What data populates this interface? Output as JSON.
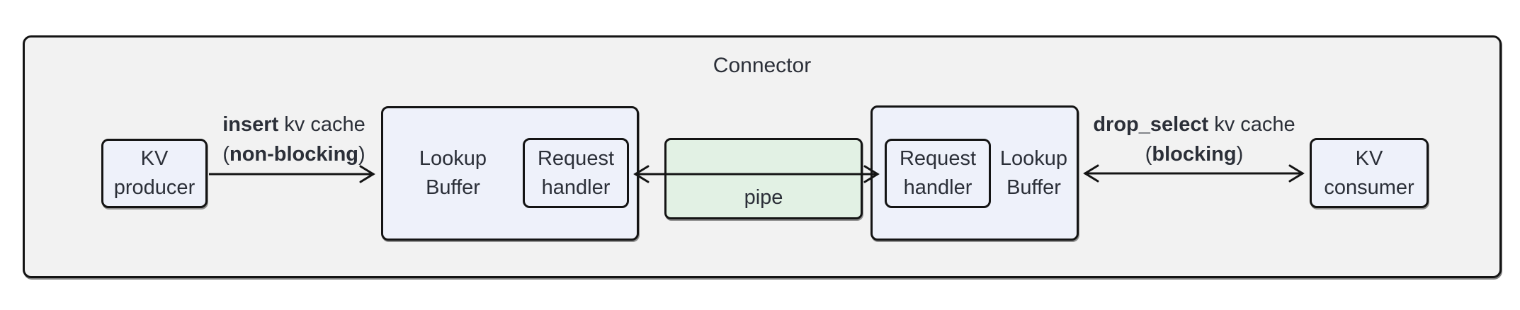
{
  "diagram": {
    "title": "Connector",
    "nodes": {
      "kv_producer": {
        "line1": "KV",
        "line2": "producer"
      },
      "lookup_buffer_left": {
        "line1": "Lookup",
        "line2": "Buffer"
      },
      "request_handler_left": {
        "line1": "Request",
        "line2": "handler"
      },
      "pipe": {
        "label": "pipe"
      },
      "request_handler_right": {
        "line1": "Request",
        "line2": "handler"
      },
      "lookup_buffer_right": {
        "line1": "Lookup",
        "line2": "Buffer"
      },
      "kv_consumer": {
        "line1": "KV",
        "line2": "consumer"
      }
    },
    "edges": {
      "insert": {
        "line1_bold": "insert",
        "line1_rest": " kv cache",
        "line2_pre": "(",
        "line2_bold": "non-blocking",
        "line2_post": ")"
      },
      "drop_select": {
        "line1_bold": "drop_select",
        "line1_rest": " kv cache",
        "line2_pre": "(",
        "line2_bold": "blocking",
        "line2_post": ")"
      }
    },
    "colors": {
      "page_bg": "#ffffff",
      "connector_bg": "#f2f2f2",
      "node_bg": "#eef1fa",
      "pipe_bg": "#e2f1e4",
      "border": "#141414",
      "text": "#2b2f38"
    }
  }
}
